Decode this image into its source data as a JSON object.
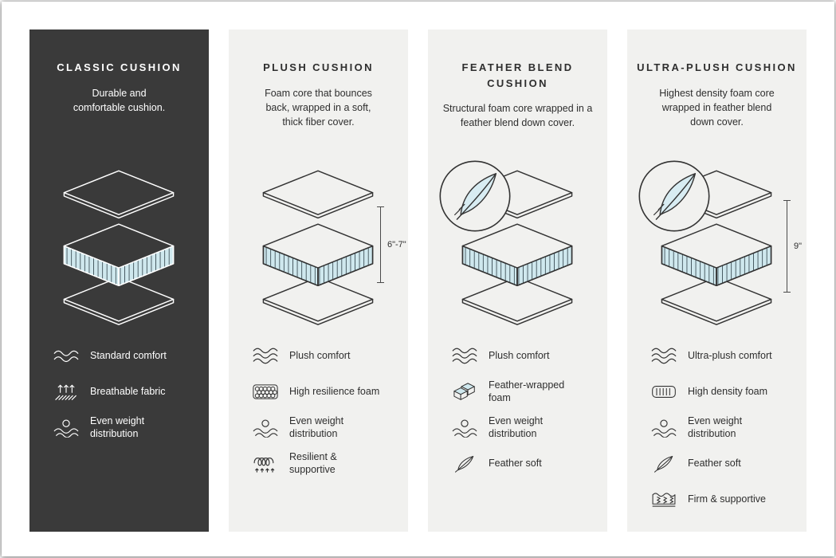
{
  "colors": {
    "dark_card_bg": "#3a3a3a",
    "light_card_bg": "#f1f1ef",
    "foam_fill": "#cfe8ee",
    "outline_on_light": "#333333",
    "outline_on_dark": "#ffffff"
  },
  "columns": [
    {
      "title": "CLASSIC CUSHION",
      "description": "Durable and comfortable cushion.",
      "measurement": "",
      "has_feather_badge": false,
      "features": [
        {
          "icon": "waves-icon",
          "label": "Standard comfort"
        },
        {
          "icon": "breathable-fabric-icon",
          "label": "Breathable fabric"
        },
        {
          "icon": "even-weight-distribution-icon",
          "label": "Even weight distribution"
        }
      ]
    },
    {
      "title": "PLUSH CUSHION",
      "description": "Foam core that bounces back, wrapped in a soft, thick fiber cover.",
      "measurement": "6\"-7\"",
      "has_feather_badge": false,
      "features": [
        {
          "icon": "waves-icon",
          "label": "Plush comfort"
        },
        {
          "icon": "high-resilience-foam-icon",
          "label": "High resilience foam"
        },
        {
          "icon": "even-weight-distribution-icon",
          "label": "Even weight distribution"
        },
        {
          "icon": "spring-icon",
          "label": "Resilient & supportive"
        }
      ]
    },
    {
      "title": "FEATHER BLEND CUSHION",
      "description": "Structural foam core wrapped in a feather blend down cover.",
      "measurement": "",
      "has_feather_badge": true,
      "features": [
        {
          "icon": "waves-icon",
          "label": "Plush comfort"
        },
        {
          "icon": "feather-wrapped-foam-icon",
          "label": "Feather-wrapped foam"
        },
        {
          "icon": "even-weight-distribution-icon",
          "label": "Even weight distribution"
        },
        {
          "icon": "feather-icon",
          "label": "Feather soft"
        }
      ]
    },
    {
      "title": "ULTRA-PLUSH CUSHION",
      "description": "Highest density foam core wrapped in feather blend down cover.",
      "measurement": "9\"",
      "has_feather_badge": true,
      "features": [
        {
          "icon": "waves-icon",
          "label": "Ultra-plush comfort"
        },
        {
          "icon": "high-density-foam-icon",
          "label": "High density foam"
        },
        {
          "icon": "even-weight-distribution-icon",
          "label": "Even weight distribution"
        },
        {
          "icon": "feather-icon",
          "label": "Feather soft"
        },
        {
          "icon": "firm-supportive-icon",
          "label": "Firm & supportive"
        }
      ]
    }
  ]
}
